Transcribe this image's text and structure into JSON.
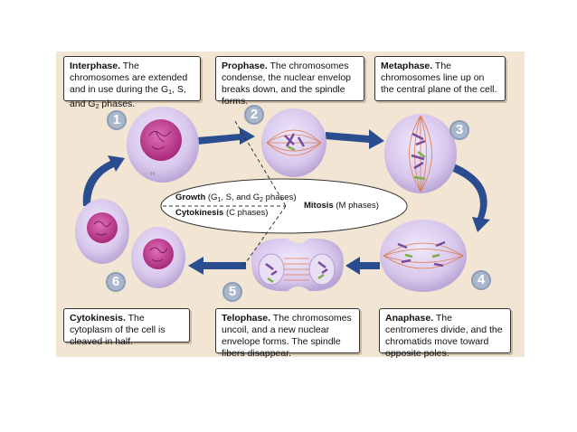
{
  "captions": {
    "interphase": {
      "term": "Interphase.",
      "text": " The chromosomes are extended and in use during the G",
      "g1": "1",
      "mid": ", S, and G",
      "g2": "2",
      "end": " phases."
    },
    "prophase": {
      "term": "Prophase.",
      "text": " The chromosomes condense, the nuclear envelop breaks down, and the spindle forms."
    },
    "metaphase": {
      "term": "Metaphase.",
      "text": " The chromosomes line up on the central plane of the cell."
    },
    "cytokinesis": {
      "term": "Cytokinesis.",
      "text": " The cytoplasm of the cell is cleaved in half."
    },
    "telophase": {
      "term": "Telophase.",
      "text": " The chromosomes uncoil, and a new nuclear envelope forms. The spindle fibers disappear."
    },
    "anaphase": {
      "term": "Anaphase.",
      "text": " The centromeres divide, and the chromatids move toward opposite poles."
    }
  },
  "badges": [
    "1",
    "2",
    "3",
    "4",
    "5",
    "6"
  ],
  "center": {
    "growth_term": "Growth",
    "growth_rest_a": " (G",
    "growth_sub1": "1",
    "growth_rest_b": ", S, and G",
    "growth_sub2": "2",
    "growth_rest_c": " phases)",
    "cyto_term": "Cytokinesis",
    "cyto_rest": " (C phases)",
    "mitosis_term": "Mitosis",
    "mitosis_rest": " (M phases)"
  },
  "colors": {
    "panel": "#f2e5d3",
    "cell": "#d9c9ec",
    "nucleus": "#c2358f",
    "arrow": "#2a4d8f",
    "spindle": "#e07a4a",
    "chromosome_green": "#7fae4a",
    "chromosome_purple": "#7a4b9a"
  }
}
